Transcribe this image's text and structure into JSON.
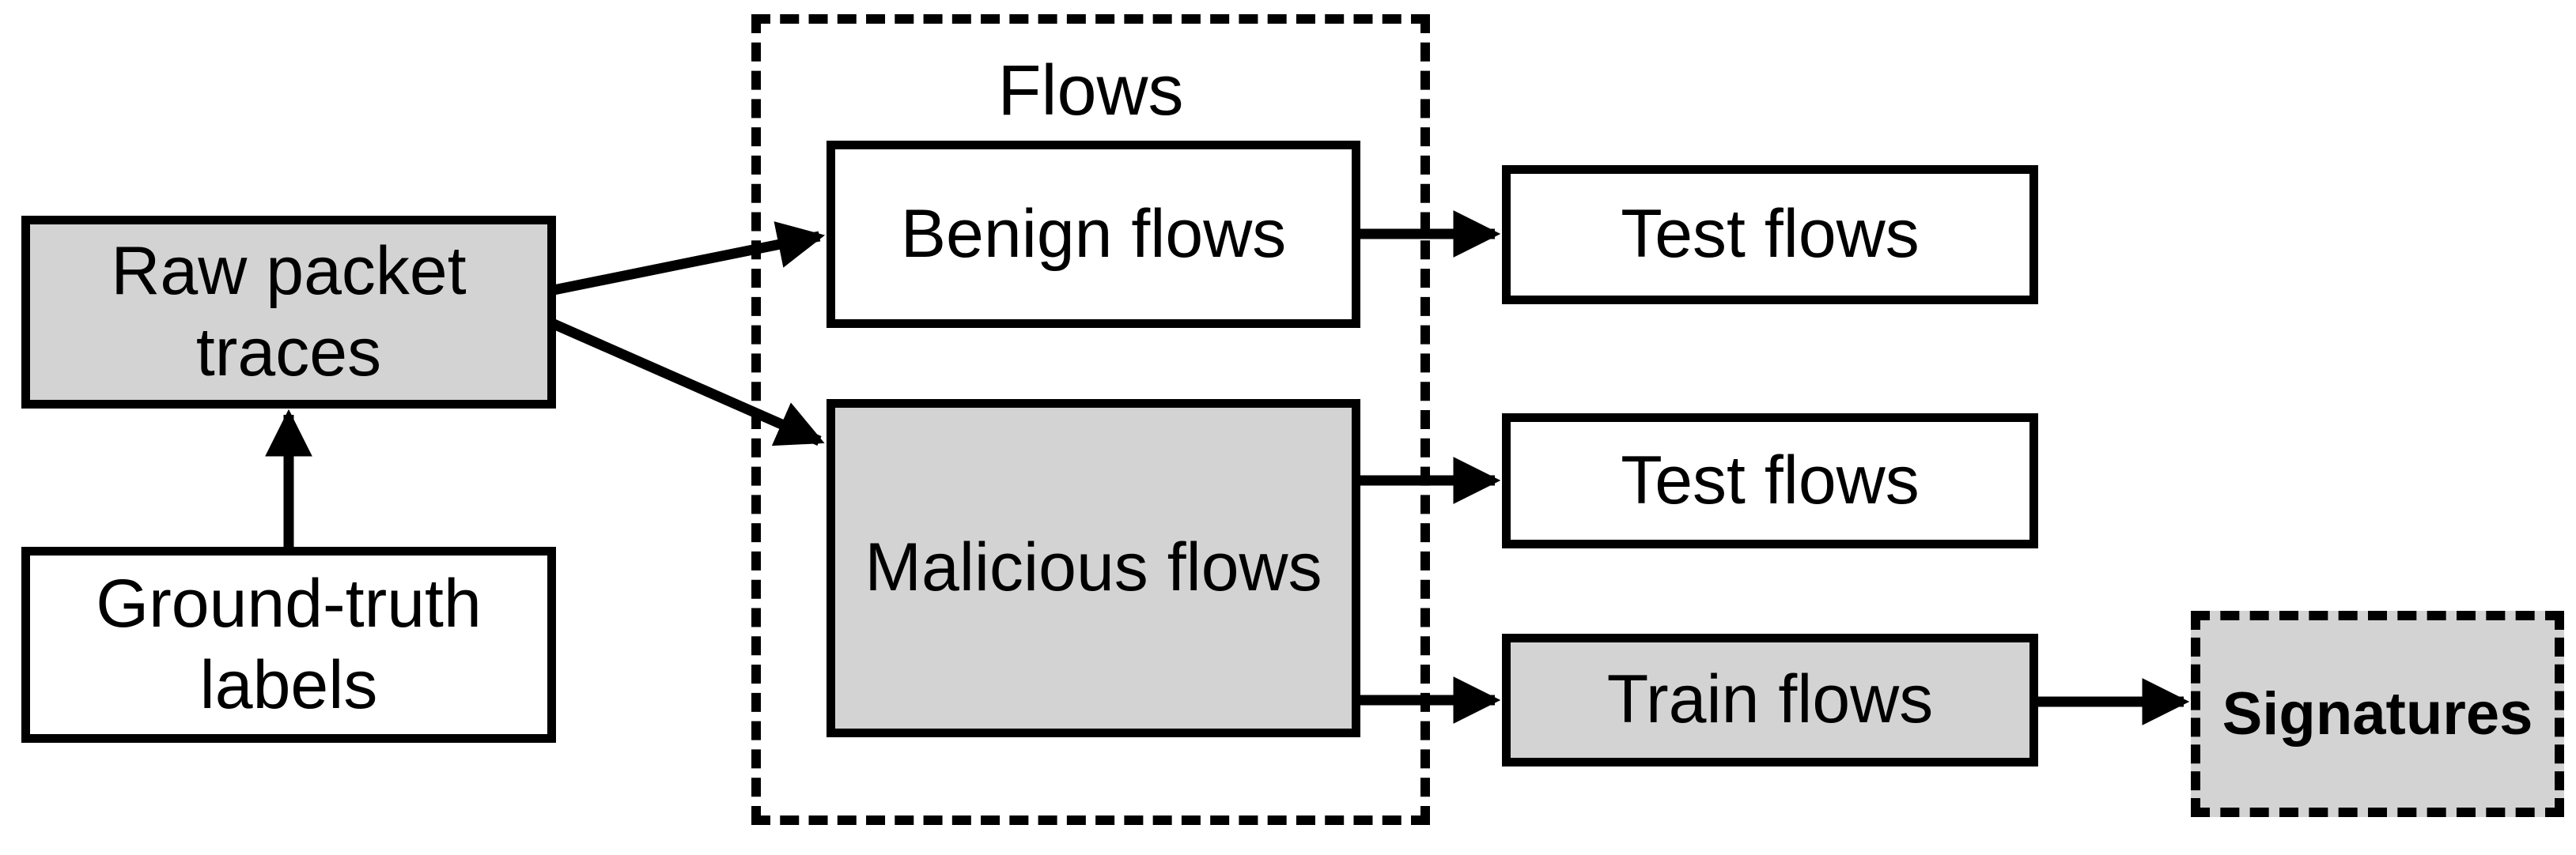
{
  "diagram": {
    "type": "flow-diagram",
    "background_color": "#ffffff",
    "colors": {
      "shaded_node_fill": "#d3d3d3",
      "plain_node_fill": "#ffffff",
      "stroke": "#000000"
    },
    "groups": {
      "flows": {
        "title": "Flows",
        "outline_style": "dashed",
        "contains": [
          "benign_flows",
          "malicious_flows"
        ]
      }
    },
    "nodes": {
      "raw_packet_traces": {
        "line1": "Raw packet",
        "line2": "traces",
        "fill": "gray",
        "outline_style": "solid"
      },
      "ground_truth_labels": {
        "line1": "Ground-truth",
        "line2": "labels",
        "fill": "white",
        "outline_style": "solid"
      },
      "benign_flows": {
        "label": "Benign flows",
        "fill": "white",
        "outline_style": "solid"
      },
      "malicious_flows": {
        "label": "Malicious flows",
        "fill": "gray",
        "outline_style": "solid"
      },
      "test_flows_benign": {
        "label": "Test flows",
        "fill": "white",
        "outline_style": "solid"
      },
      "test_flows_malicious": {
        "label": "Test flows",
        "fill": "white",
        "outline_style": "solid"
      },
      "train_flows": {
        "label": "Train flows",
        "fill": "gray",
        "outline_style": "solid"
      },
      "signatures": {
        "label": "Signatures",
        "fill": "gray",
        "outline_style": "dashed",
        "bold": true
      }
    },
    "edges": [
      {
        "from": "ground_truth_labels",
        "to": "raw_packet_traces"
      },
      {
        "from": "raw_packet_traces",
        "to": "benign_flows"
      },
      {
        "from": "raw_packet_traces",
        "to": "malicious_flows"
      },
      {
        "from": "benign_flows",
        "to": "test_flows_benign"
      },
      {
        "from": "malicious_flows",
        "to": "test_flows_malicious"
      },
      {
        "from": "malicious_flows",
        "to": "train_flows"
      },
      {
        "from": "train_flows",
        "to": "signatures"
      }
    ]
  }
}
